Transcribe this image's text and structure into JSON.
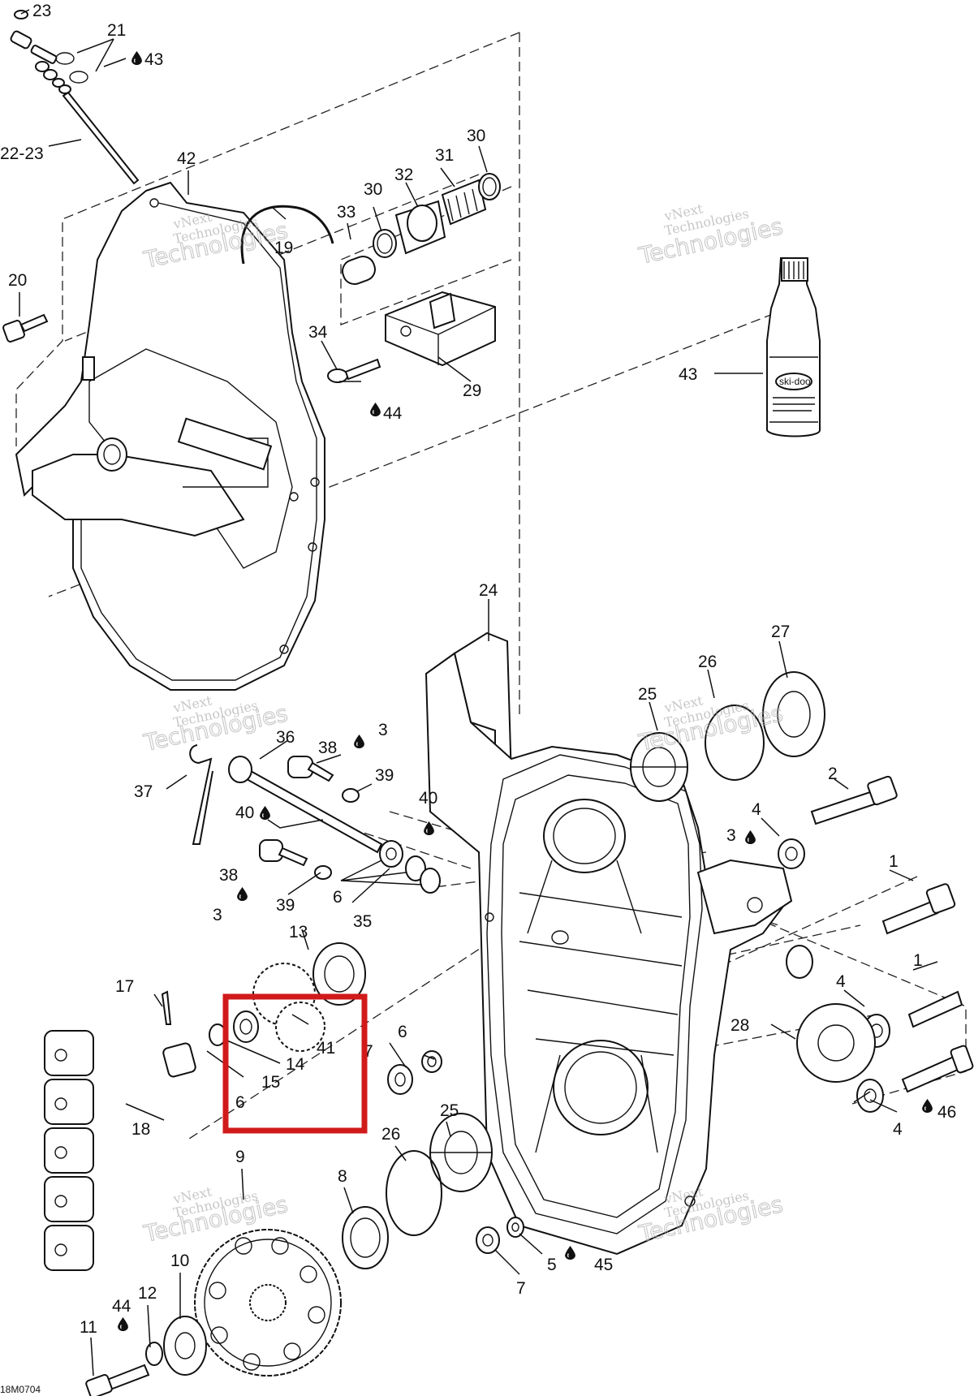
{
  "diagram_code": "18M0704",
  "watermark": {
    "line1": "vNext",
    "line2": "Technologies"
  },
  "lubricant_bottle": {
    "brand": "ski-doo"
  },
  "highlight_color": "#d11a1a",
  "oil_drop_icon": "oil-drop-icon",
  "callouts": {
    "c1a": "1",
    "c1b": "1",
    "c2": "2",
    "c3a": "3",
    "c3b": "3",
    "c3c": "3",
    "c4a": "4",
    "c4b": "4",
    "c4c": "4",
    "c5": "5",
    "c6a": "6",
    "c6b": "6",
    "c6c": "6",
    "c7a": "7",
    "c7b": "7",
    "c8": "8",
    "c9": "9",
    "c10": "10",
    "c11": "11",
    "c12": "12",
    "c13": "13",
    "c14": "14",
    "c15": "15",
    "c17": "17",
    "c18": "18",
    "c19": "19",
    "c20": "20",
    "c21": "21",
    "c22_23": "22-23",
    "c23": "23",
    "c24": "24",
    "c25a": "25",
    "c25b": "25",
    "c26a": "26",
    "c26b": "26",
    "c27": "27",
    "c28": "28",
    "c29": "29",
    "c30a": "30",
    "c30b": "30",
    "c31": "31",
    "c32": "32",
    "c33": "33",
    "c34": "34",
    "c35": "35",
    "c36": "36",
    "c37": "37",
    "c38a": "38",
    "c38b": "38",
    "c39a": "39",
    "c39b": "39",
    "c40a": "40",
    "c40b": "40",
    "c41": "41",
    "c42": "42",
    "c43a": "43",
    "c43b": "43",
    "c44a": "44",
    "c44b": "44",
    "c45": "45",
    "c46": "46"
  }
}
